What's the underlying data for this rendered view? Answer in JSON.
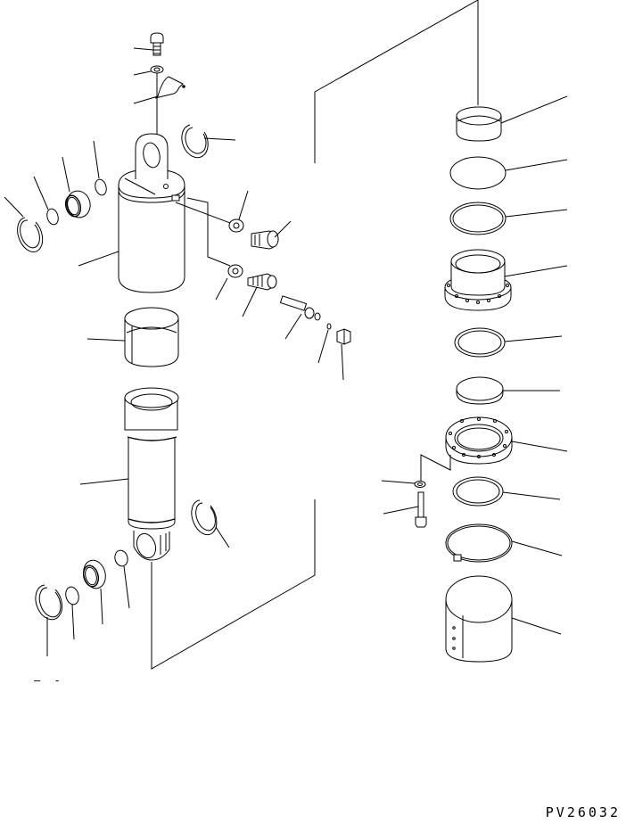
{
  "diagram": {
    "type": "exploded-parts-diagram",
    "subject": "cylinder / suspension strut assembly",
    "drawing_code": "PV26032",
    "corner_mark": "– -",
    "line_color": "#000000",
    "background_color": "#ffffff",
    "groups": [
      {
        "name": "upper-cylinder-group",
        "parts": [
          "bolt",
          "washer",
          "wire",
          "snap-ring",
          "snap-ring-left",
          "o-ring",
          "bushing-bearing",
          "o-ring-small",
          "cylinder-body",
          "plug-washer",
          "plug",
          "valve-washer",
          "valve-body",
          "valve-core",
          "ball",
          "cap"
        ]
      },
      {
        "name": "middle-group",
        "parts": [
          "bushing-sleeve",
          "piston-rod"
        ]
      },
      {
        "name": "lower-rod-group",
        "parts": [
          "snap-ring-lower",
          "o-ring-lower-left",
          "bearing-lower",
          "o-ring-lower-right",
          "snap-ring-rod"
        ]
      },
      {
        "name": "right-seal-stack",
        "parts": [
          "top-bushing",
          "o-ring",
          "backup-ring",
          "flange-bushing",
          "wear-ring",
          "seal-ring",
          "retainer-flange",
          "washer",
          "bolt",
          "dust-seal",
          "band-clamp",
          "boot-cover"
        ]
      }
    ]
  }
}
